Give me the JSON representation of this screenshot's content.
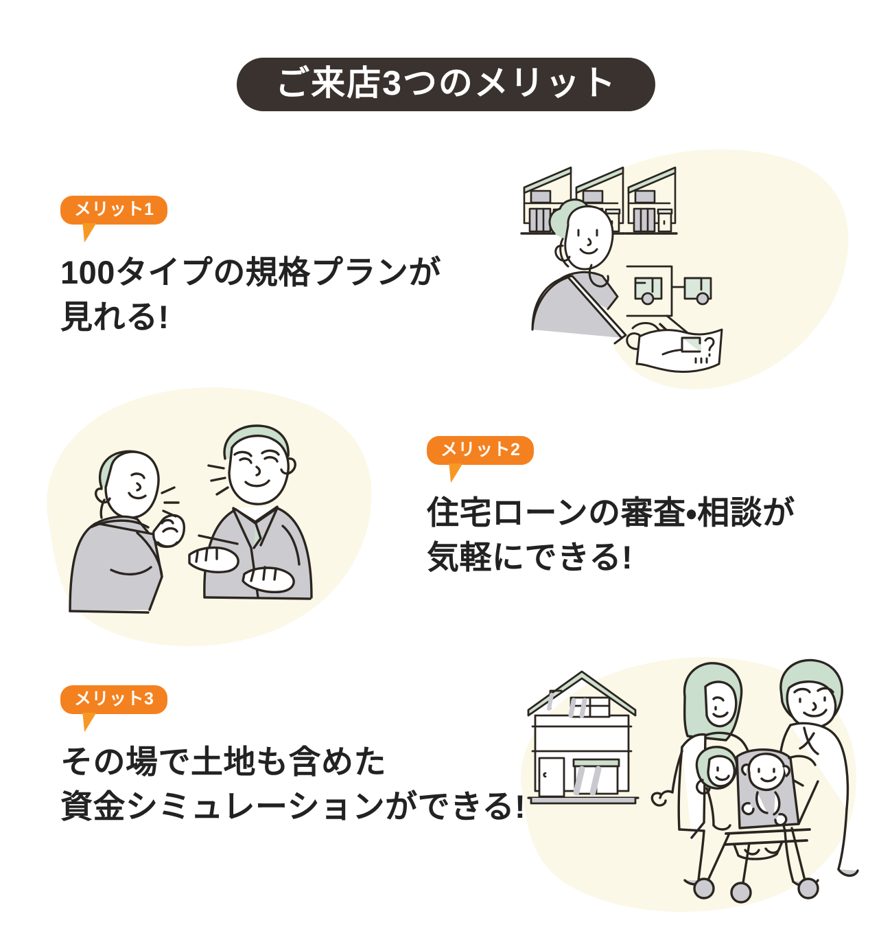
{
  "page": {
    "background_color": "#ffffff",
    "title": "ご来店3つのメリット"
  },
  "colors": {
    "title_pill_bg": "#3a322e",
    "title_pill_text": "#ffffff",
    "badge_bg": "#f4811f",
    "badge_tail": "#f79824",
    "badge_text": "#ffffff",
    "headline_text": "#222222",
    "blob_cream": "#fbf8e8",
    "illustration_outline": "#2b2520",
    "hair_mint": "#cadfcd",
    "roof_mint": "#cde0ce",
    "cloth_gray": "#cbcbd0",
    "window_gray": "#c9c9cf"
  },
  "merits": [
    {
      "badge_label": "メリット1",
      "headline_lines": [
        "100タイプの規格プランが",
        "見れる!"
      ],
      "illustration_name": "woman-reviewing-house-plans",
      "layout": "text-left-image-right"
    },
    {
      "badge_label": "メリット2",
      "headline_lines": [
        "住宅ローンの審査・相談が",
        "気軽にできる!"
      ],
      "illustration_name": "customer-and-advisor-consultation",
      "layout": "image-left-text-right"
    },
    {
      "badge_label": "メリット3",
      "headline_lines": [
        "その場で土地も含めた",
        "資金シミュレーションができる!"
      ],
      "illustration_name": "family-with-stroller-and-house",
      "layout": "text-left-image-right"
    }
  ]
}
